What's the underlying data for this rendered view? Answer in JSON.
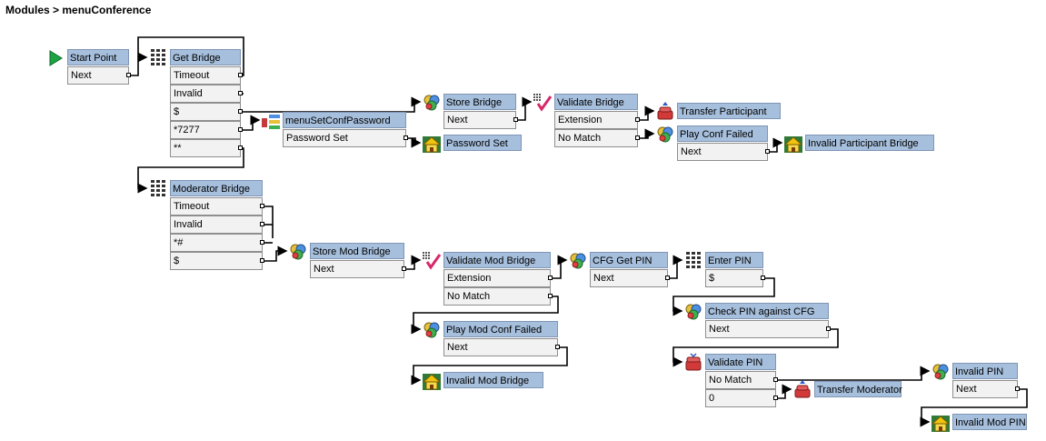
{
  "breadcrumb": "Modules > menuConference",
  "nodes": [
    {
      "id": "start",
      "title": "Start Point",
      "icon": "play-icon",
      "exits": [
        "Next"
      ]
    },
    {
      "id": "getbridge",
      "title": "Get Bridge",
      "icon": "keypad-icon",
      "exits": [
        "Timeout",
        "Invalid",
        "$",
        "*7277",
        "**"
      ]
    },
    {
      "id": "menuset",
      "title": "menuSetConfPassword",
      "icon": "submenu-icon",
      "exits": [
        "Password Set"
      ]
    },
    {
      "id": "pwset",
      "title": "Password Set",
      "icon": "home-icon",
      "exits": []
    },
    {
      "id": "storebridge",
      "title": "Store Bridge",
      "icon": "variable-icon",
      "exits": [
        "Next"
      ]
    },
    {
      "id": "validatebridge",
      "title": "Validate Bridge",
      "icon": "validate-icon",
      "exits": [
        "Extension",
        "No Match"
      ]
    },
    {
      "id": "transferpart",
      "title": "Transfer Participant",
      "icon": "transfer-icon",
      "exits": []
    },
    {
      "id": "playconf",
      "title": "Play Conf Failed",
      "icon": "variable-icon",
      "exits": [
        "Next"
      ]
    },
    {
      "id": "invalidpart",
      "title": "Invalid Participant Bridge",
      "icon": "home-icon",
      "exits": []
    },
    {
      "id": "modbridge",
      "title": "Moderator Bridge",
      "icon": "keypad-icon",
      "exits": [
        "Timeout",
        "Invalid",
        "*#",
        "$"
      ]
    },
    {
      "id": "storemod",
      "title": "Store Mod Bridge",
      "icon": "variable-icon",
      "exits": [
        "Next"
      ]
    },
    {
      "id": "validatemod",
      "title": "Validate Mod Bridge",
      "icon": "validate-icon",
      "exits": [
        "Extension",
        "No Match"
      ]
    },
    {
      "id": "playmod",
      "title": "Play Mod Conf Failed",
      "icon": "variable-icon",
      "exits": [
        "Next"
      ]
    },
    {
      "id": "invalidmod",
      "title": "Invalid Mod Bridge",
      "icon": "home-icon",
      "exits": []
    },
    {
      "id": "cfgpin",
      "title": "CFG Get PIN",
      "icon": "variable-icon",
      "exits": [
        "Next"
      ]
    },
    {
      "id": "enterpin",
      "title": "Enter PIN",
      "icon": "keypad-icon",
      "exits": [
        "$"
      ]
    },
    {
      "id": "checkpin",
      "title": "Check PIN against CFG",
      "icon": "variable-icon",
      "exits": [
        "Next"
      ]
    },
    {
      "id": "validatepin",
      "title": "Validate PIN",
      "icon": "phone-icon",
      "exits": [
        "No Match",
        "0"
      ]
    },
    {
      "id": "transfermod",
      "title": "Transfer Moderator",
      "icon": "transfer-icon",
      "exits": []
    },
    {
      "id": "invalidpin",
      "title": "Invalid PIN",
      "icon": "variable-icon",
      "exits": [
        "Next"
      ]
    },
    {
      "id": "invalidmodpin",
      "title": "Invalid Mod PIN",
      "icon": "home-icon",
      "exits": []
    }
  ]
}
